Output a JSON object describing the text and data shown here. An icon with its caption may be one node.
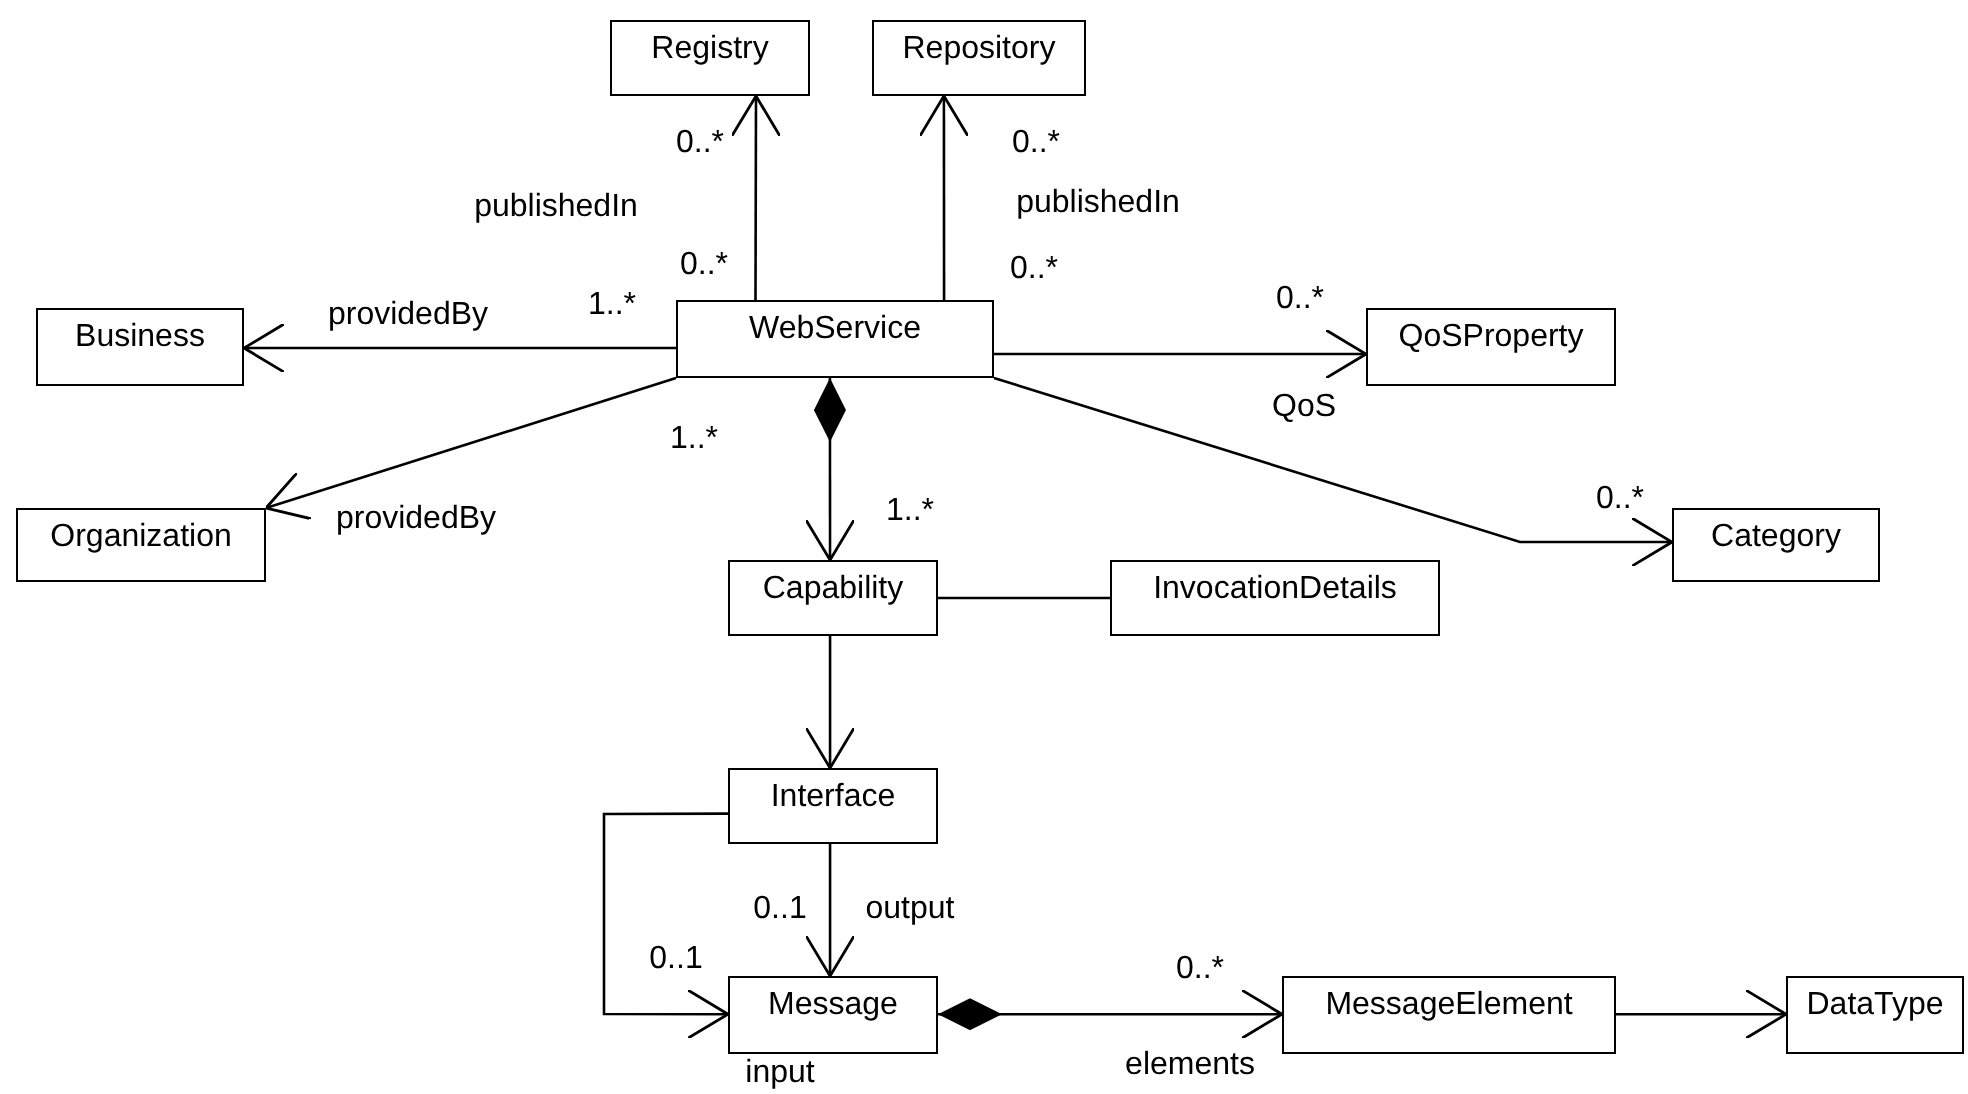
{
  "diagram": {
    "nodes": [
      {
        "text": [
          "Registry"
        ]
      },
      {
        "text": [
          "Repository"
        ]
      },
      {
        "text": [
          "Business"
        ]
      },
      {
        "text": [
          "WebService"
        ]
      },
      {
        "text": [
          "QoSProperty"
        ]
      },
      {
        "text": [
          "Organization"
        ]
      },
      {
        "text": [
          "Category"
        ]
      },
      {
        "text": [
          "Capability"
        ]
      },
      {
        "text": [
          "InvocationDetails"
        ]
      },
      {
        "text": [
          "Interface"
        ]
      },
      {
        "text": [
          "Message"
        ]
      },
      {
        "text": [
          "MessageElement"
        ]
      },
      {
        "text": [
          "DataType"
        ]
      }
    ],
    "edges": [
      {
        "from": 3,
        "to": 0,
        "arrow": "to",
        "label": "publishedIn"
      },
      {
        "from": 3,
        "to": 1,
        "arrow": "to",
        "label": "publishedIn"
      },
      {
        "from": 3,
        "to": 2,
        "arrow": "to",
        "label": "providedBy"
      },
      {
        "from": 3,
        "to": 4,
        "arrow": "to",
        "label": "QoS"
      },
      {
        "from": 3,
        "to": 5,
        "arrow": "to",
        "label": "providedBy"
      },
      {
        "from": 3,
        "to": 6,
        "arrow": "to"
      },
      {
        "from": 3,
        "to": 7,
        "arrow": "to"
      },
      {
        "from": 7,
        "to": 8,
        "arrow": "none"
      },
      {
        "from": 7,
        "to": 9,
        "arrow": "to"
      },
      {
        "from": 9,
        "to": 10,
        "arrow": "to",
        "label": "output"
      },
      {
        "from": 9,
        "to": 10,
        "arrow": "to",
        "label": "input"
      },
      {
        "from": 10,
        "to": 11,
        "arrow": "to",
        "label": "elements"
      },
      {
        "from": 11,
        "to": 12,
        "arrow": "to"
      }
    ],
    "labels": [
      "0..*",
      "0..*",
      "0..*",
      "0..*",
      "0..*",
      "1..*",
      "1..*",
      "0..*",
      "1..*",
      "0..1",
      "0..1",
      "0..*"
    ]
  }
}
